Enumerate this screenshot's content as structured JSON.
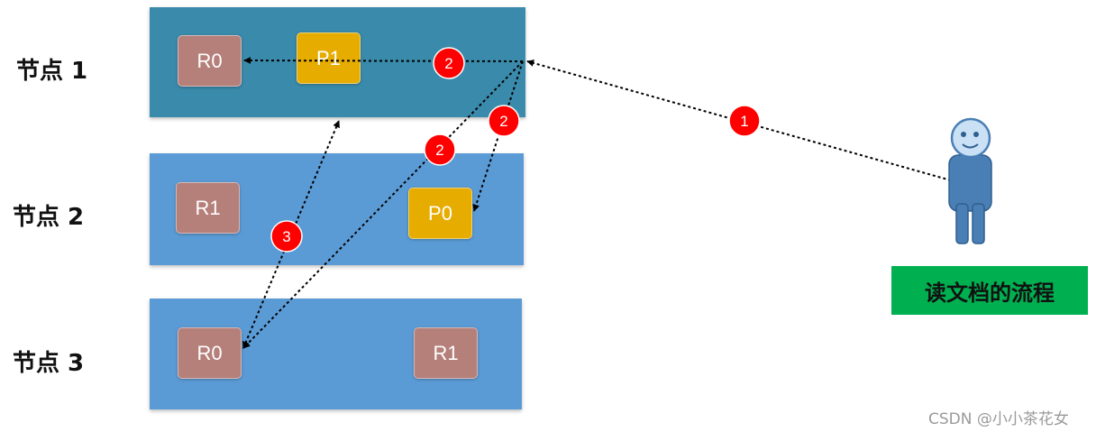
{
  "nodes": [
    {
      "label": "节点 1",
      "color": "#3a8aab",
      "shards": [
        {
          "name": "R0",
          "type": "replica"
        },
        {
          "name": "P1",
          "type": "primary"
        }
      ]
    },
    {
      "label": "节点 2",
      "color": "#5b9bd5",
      "shards": [
        {
          "name": "R1",
          "type": "replica"
        },
        {
          "name": "P0",
          "type": "primary"
        }
      ]
    },
    {
      "label": "节点 3",
      "color": "#5b9bd5",
      "shards": [
        {
          "name": "R0",
          "type": "replica"
        },
        {
          "name": "R1",
          "type": "replica"
        }
      ]
    }
  ],
  "colors": {
    "replica": "#b57f7a",
    "primary": "#e6ac00",
    "step_badge": "#ff0000",
    "title_bg": "#00b050",
    "person": "#4a7fb5",
    "person_head": "#c9e0f5"
  },
  "steps": [
    "1",
    "2",
    "2",
    "2",
    "3"
  ],
  "title": "读文档的流程",
  "watermark": "CSDN @小小茶花女",
  "icons": {
    "client": "person-icon"
  }
}
